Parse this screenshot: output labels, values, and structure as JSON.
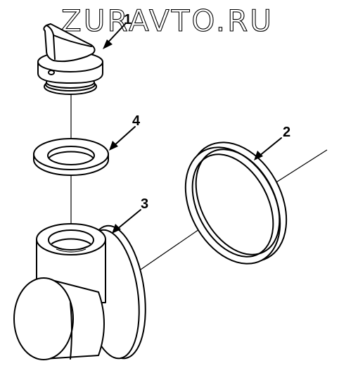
{
  "watermark": "ZURAVTO.RU",
  "callouts": [
    {
      "id": "1",
      "label": "1"
    },
    {
      "id": "2",
      "label": "2"
    },
    {
      "id": "3",
      "label": "3"
    },
    {
      "id": "4",
      "label": "4"
    }
  ],
  "colors": {
    "line": "#000000",
    "background": "#ffffff"
  }
}
